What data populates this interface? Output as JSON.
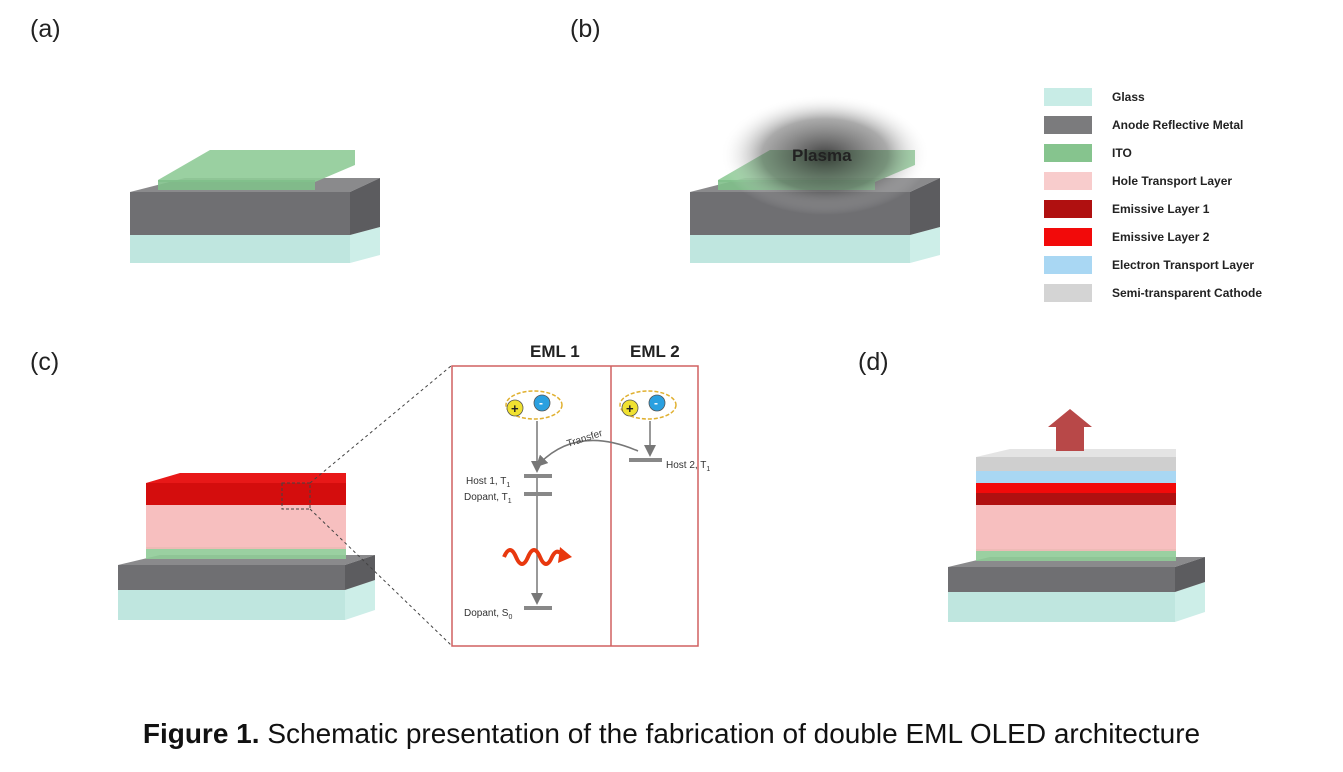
{
  "panels": {
    "a": "(a)",
    "b": "(b)",
    "c": "(c)",
    "d": "(d)"
  },
  "plasma_label": "Plasma",
  "legend": [
    {
      "label": "Glass",
      "color": "#c8ece6"
    },
    {
      "label": "Anode Reflective Metal",
      "color": "#7b7b7d"
    },
    {
      "label": "ITO",
      "color": "#86c48e"
    },
    {
      "label": "Hole Transport Layer",
      "color": "#f8cccc"
    },
    {
      "label": "Emissive Layer 1",
      "color": "#b01010"
    },
    {
      "label": "Emissive Layer 2",
      "color": "#f20a0a"
    },
    {
      "label": "Electron Transport Layer",
      "color": "#a9d7f3"
    },
    {
      "label": "Semi-transparent Cathode",
      "color": "#d4d4d4"
    }
  ],
  "energy_diagram": {
    "eml1_title": "EML 1",
    "eml2_title": "EML 2",
    "host1": "Host 1, T",
    "host1_sub": "1",
    "dopant_t1": "Dopant, T",
    "dopant_t1_sub": "1",
    "dopant_s0": "Dopant, S",
    "dopant_s0_sub": "0",
    "host2": "Host 2, T",
    "host2_sub": "1",
    "transfer": "Transfer",
    "plus_sign": "+",
    "minus_sign": "-"
  },
  "caption": {
    "bold": "Figure  1.",
    "text": " Schematic presentation of the fabrication of double EML OLED architecture"
  }
}
